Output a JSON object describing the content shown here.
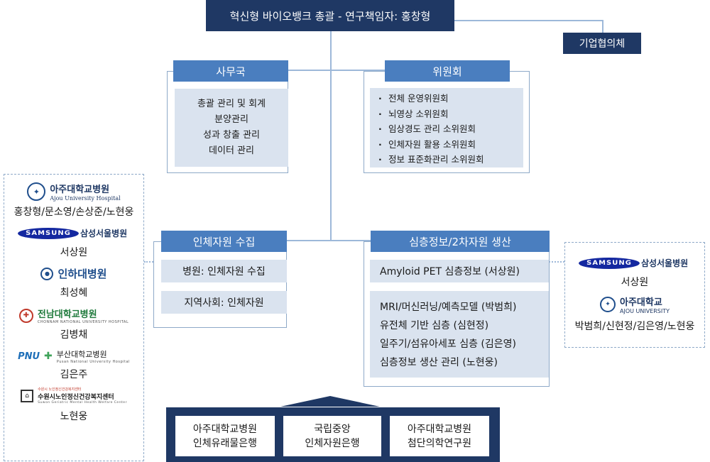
{
  "top": {
    "title": "혁신형 바이오뱅크 총괄 - 연구책임자: 홍창형",
    "council": "기업협의체"
  },
  "office": {
    "title": "사무국",
    "items": [
      "총괄 관리 및 회계",
      "분양관리",
      "성과 창출 관리",
      "데이터 관리"
    ]
  },
  "committee": {
    "title": "위원회",
    "items": [
      "전체 운영위원회",
      "뇌영상 소위원회",
      "임상경도 관리 소위원회",
      "인체자원 활용 소위원회",
      "정보 표준화관리 소위원회"
    ]
  },
  "collection": {
    "title": "인체자원 수집",
    "items": [
      "병원: 인체자원 수집",
      "지역사회: 인체자원"
    ]
  },
  "production": {
    "title": "심층정보/2차자원 생산",
    "item1": "Amyloid PET 심층정보 (서상원)",
    "items": [
      "MRI/머신러닝/예측모델 (박범희)",
      "유전체 기반 심층 (심현정)",
      "일주기/섬유아세포 심층 (김은영)",
      "심층정보 생산 관리 (노현웅)"
    ]
  },
  "left_partners": {
    "ajou_hospital": {
      "name_kr": "아주대학교병원",
      "name_en": "Ajou University Hospital",
      "people": "홍창형/문소영/손상준/노현웅"
    },
    "samsung": {
      "badge": "SAMSUNG",
      "name": "삼성서울병원",
      "people": "서상원"
    },
    "inha": {
      "name": "인하대병원",
      "people": "최성혜"
    },
    "chonnam": {
      "name": "전남대학교병원",
      "sub": "CHONNAM NATIONAL UNIVERSITY HOSPITAL",
      "people": "김병채"
    },
    "pusan": {
      "badge": "PNU",
      "name": "부산대학교병원",
      "sub": "Pusan National University Hospital",
      "people": "김은주"
    },
    "suwon": {
      "top": "수원시 노인정신건강복지센터",
      "name": "수원시노인정신건강복지센터",
      "sub": "Suwon Geriatric Mental Health Welfare Center",
      "people": "노현웅"
    }
  },
  "right_partners": {
    "samsung": {
      "badge": "SAMSUNG",
      "name": "삼성서울병원",
      "people": "서상원"
    },
    "ajou_univ": {
      "name_kr": "아주대학교",
      "name_en": "AJOU UNIVERSITY",
      "people": "박범희/신현정/김은영/노현웅"
    }
  },
  "bottom": [
    {
      "line1": "아주대학교병원",
      "line2": "인체유래물은행"
    },
    {
      "line1": "국립중앙",
      "line2": "인체자원은행"
    },
    {
      "line1": "아주대학교병원",
      "line2": "첨단의학연구원"
    }
  ],
  "colors": {
    "dark": "#1f3864",
    "blue": "#4a7ebf",
    "grey": "#dae3ef",
    "line": "#9db8d9"
  }
}
